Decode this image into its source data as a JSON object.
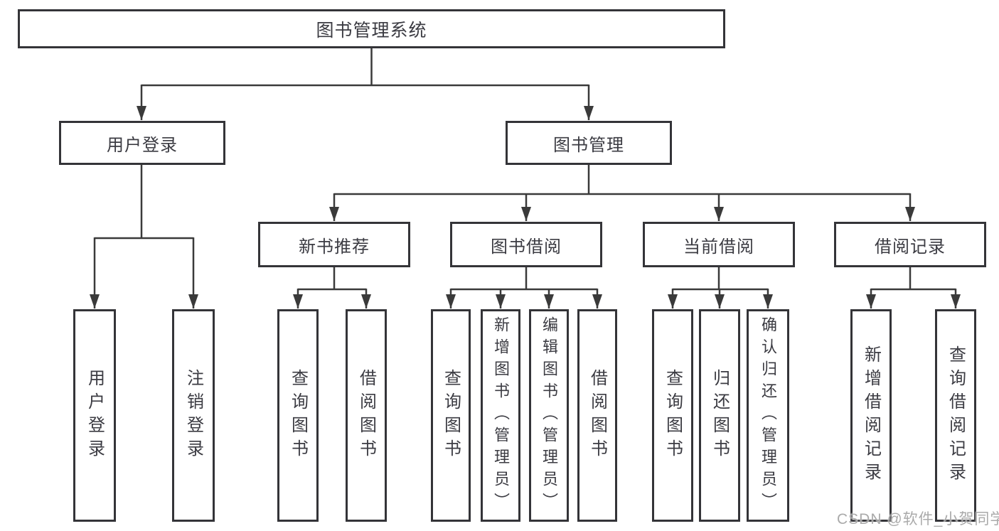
{
  "diagram": {
    "root": "图书管理系统",
    "user_login": {
      "label": "用户登录",
      "children": [
        "用户登录",
        "注销登录"
      ]
    },
    "book_management": {
      "label": "图书管理",
      "groups": [
        {
          "label": "新书推荐",
          "children": [
            "查询图书",
            "借阅图书"
          ]
        },
        {
          "label": "图书借阅",
          "children": [
            "查询图书",
            "新增图书（管理员）",
            "编辑图书（管理员）",
            "借阅图书"
          ]
        },
        {
          "label": "当前借阅",
          "children": [
            "查询图书",
            "归还图书",
            "确认归还（管理员）"
          ]
        },
        {
          "label": "借阅记录",
          "children": [
            "新增借阅记录",
            "查询借阅记录"
          ]
        }
      ]
    }
  },
  "watermark": "CSDN @软件_小贺同学",
  "colors": {
    "line": "#3a3a3a",
    "box_border": "#343438",
    "text": "#3b3b42",
    "watermark": "#a3a3a3",
    "background": "#ffffff"
  }
}
